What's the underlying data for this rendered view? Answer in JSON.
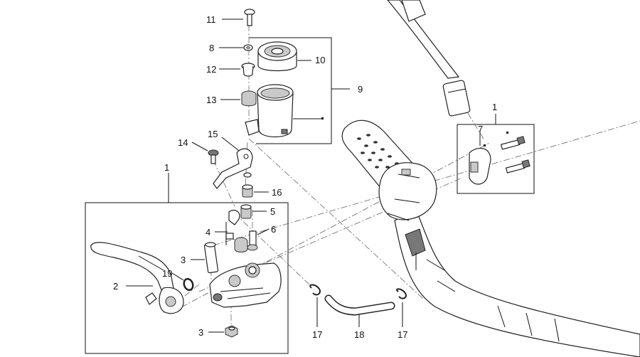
{
  "labels": {
    "c11": "11",
    "c8": "8",
    "c10": "10",
    "c12": "12",
    "c9": "9",
    "c13": "13",
    "c15": "15",
    "c14": "14",
    "c1a": "1",
    "c16": "16",
    "c5": "5",
    "c4": "4",
    "c6": "6",
    "c3a": "3",
    "c19": "19",
    "c2": "2",
    "c3b": "3",
    "c17a": "17",
    "c18": "18",
    "c17b": "17",
    "c1b": "1",
    "c7": "7"
  },
  "colors": {
    "line": "#111111",
    "part_fill": "#ffffff",
    "shading": "#c9c9c9"
  }
}
